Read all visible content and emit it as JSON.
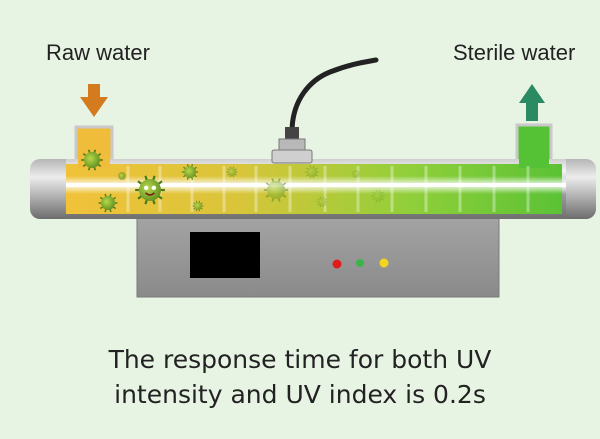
{
  "labels": {
    "raw_water": "Raw water",
    "sterile_water": "Sterile water"
  },
  "caption": {
    "line1": "The response time for both UV",
    "line2": "intensity and UV index is 0.2s"
  },
  "colors": {
    "background": "#e8f4e3",
    "raw_water_arrow": "#d37b1e",
    "sterile_water_arrow": "#2a8a62",
    "water_start": "#f1c23a",
    "water_end": "#5bc235",
    "housing": "#8e8e8e",
    "display": "#000000",
    "led_red": "#e11b1b",
    "led_green": "#3bb54a",
    "led_yellow": "#f2d51c"
  },
  "icons": {
    "inlet_arrow": "arrow-down-icon",
    "outlet_arrow": "arrow-up-icon",
    "bacteria": "germ-icon",
    "sensor": "uv-sensor-icon"
  }
}
